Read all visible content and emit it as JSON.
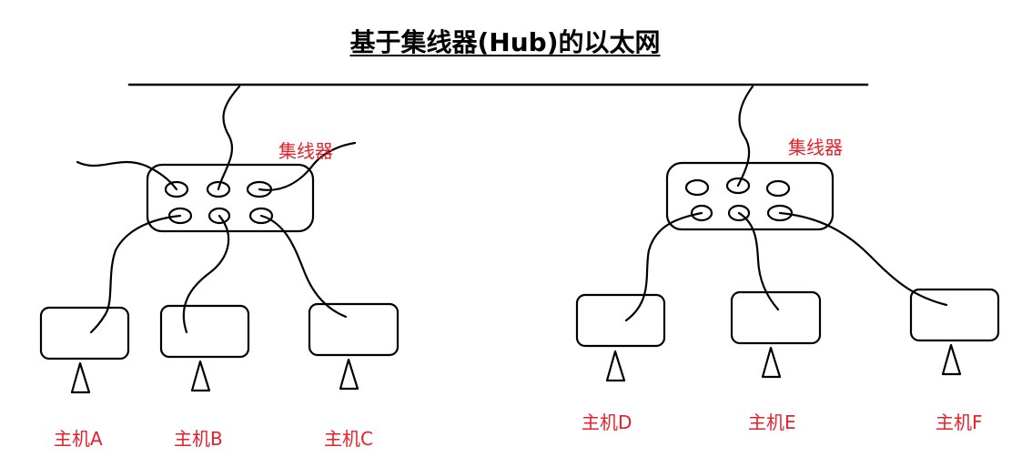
{
  "title": "基于集线器(Hub)的以太网",
  "hubs": [
    {
      "label": "集线器"
    },
    {
      "label": "集线器"
    }
  ],
  "hosts": [
    {
      "label": "主机A"
    },
    {
      "label": "主机B"
    },
    {
      "label": "主机C"
    },
    {
      "label": "主机D"
    },
    {
      "label": "主机E"
    },
    {
      "label": "主机F"
    }
  ],
  "colors": {
    "label": "#e8202a",
    "stroke": "#000000"
  }
}
